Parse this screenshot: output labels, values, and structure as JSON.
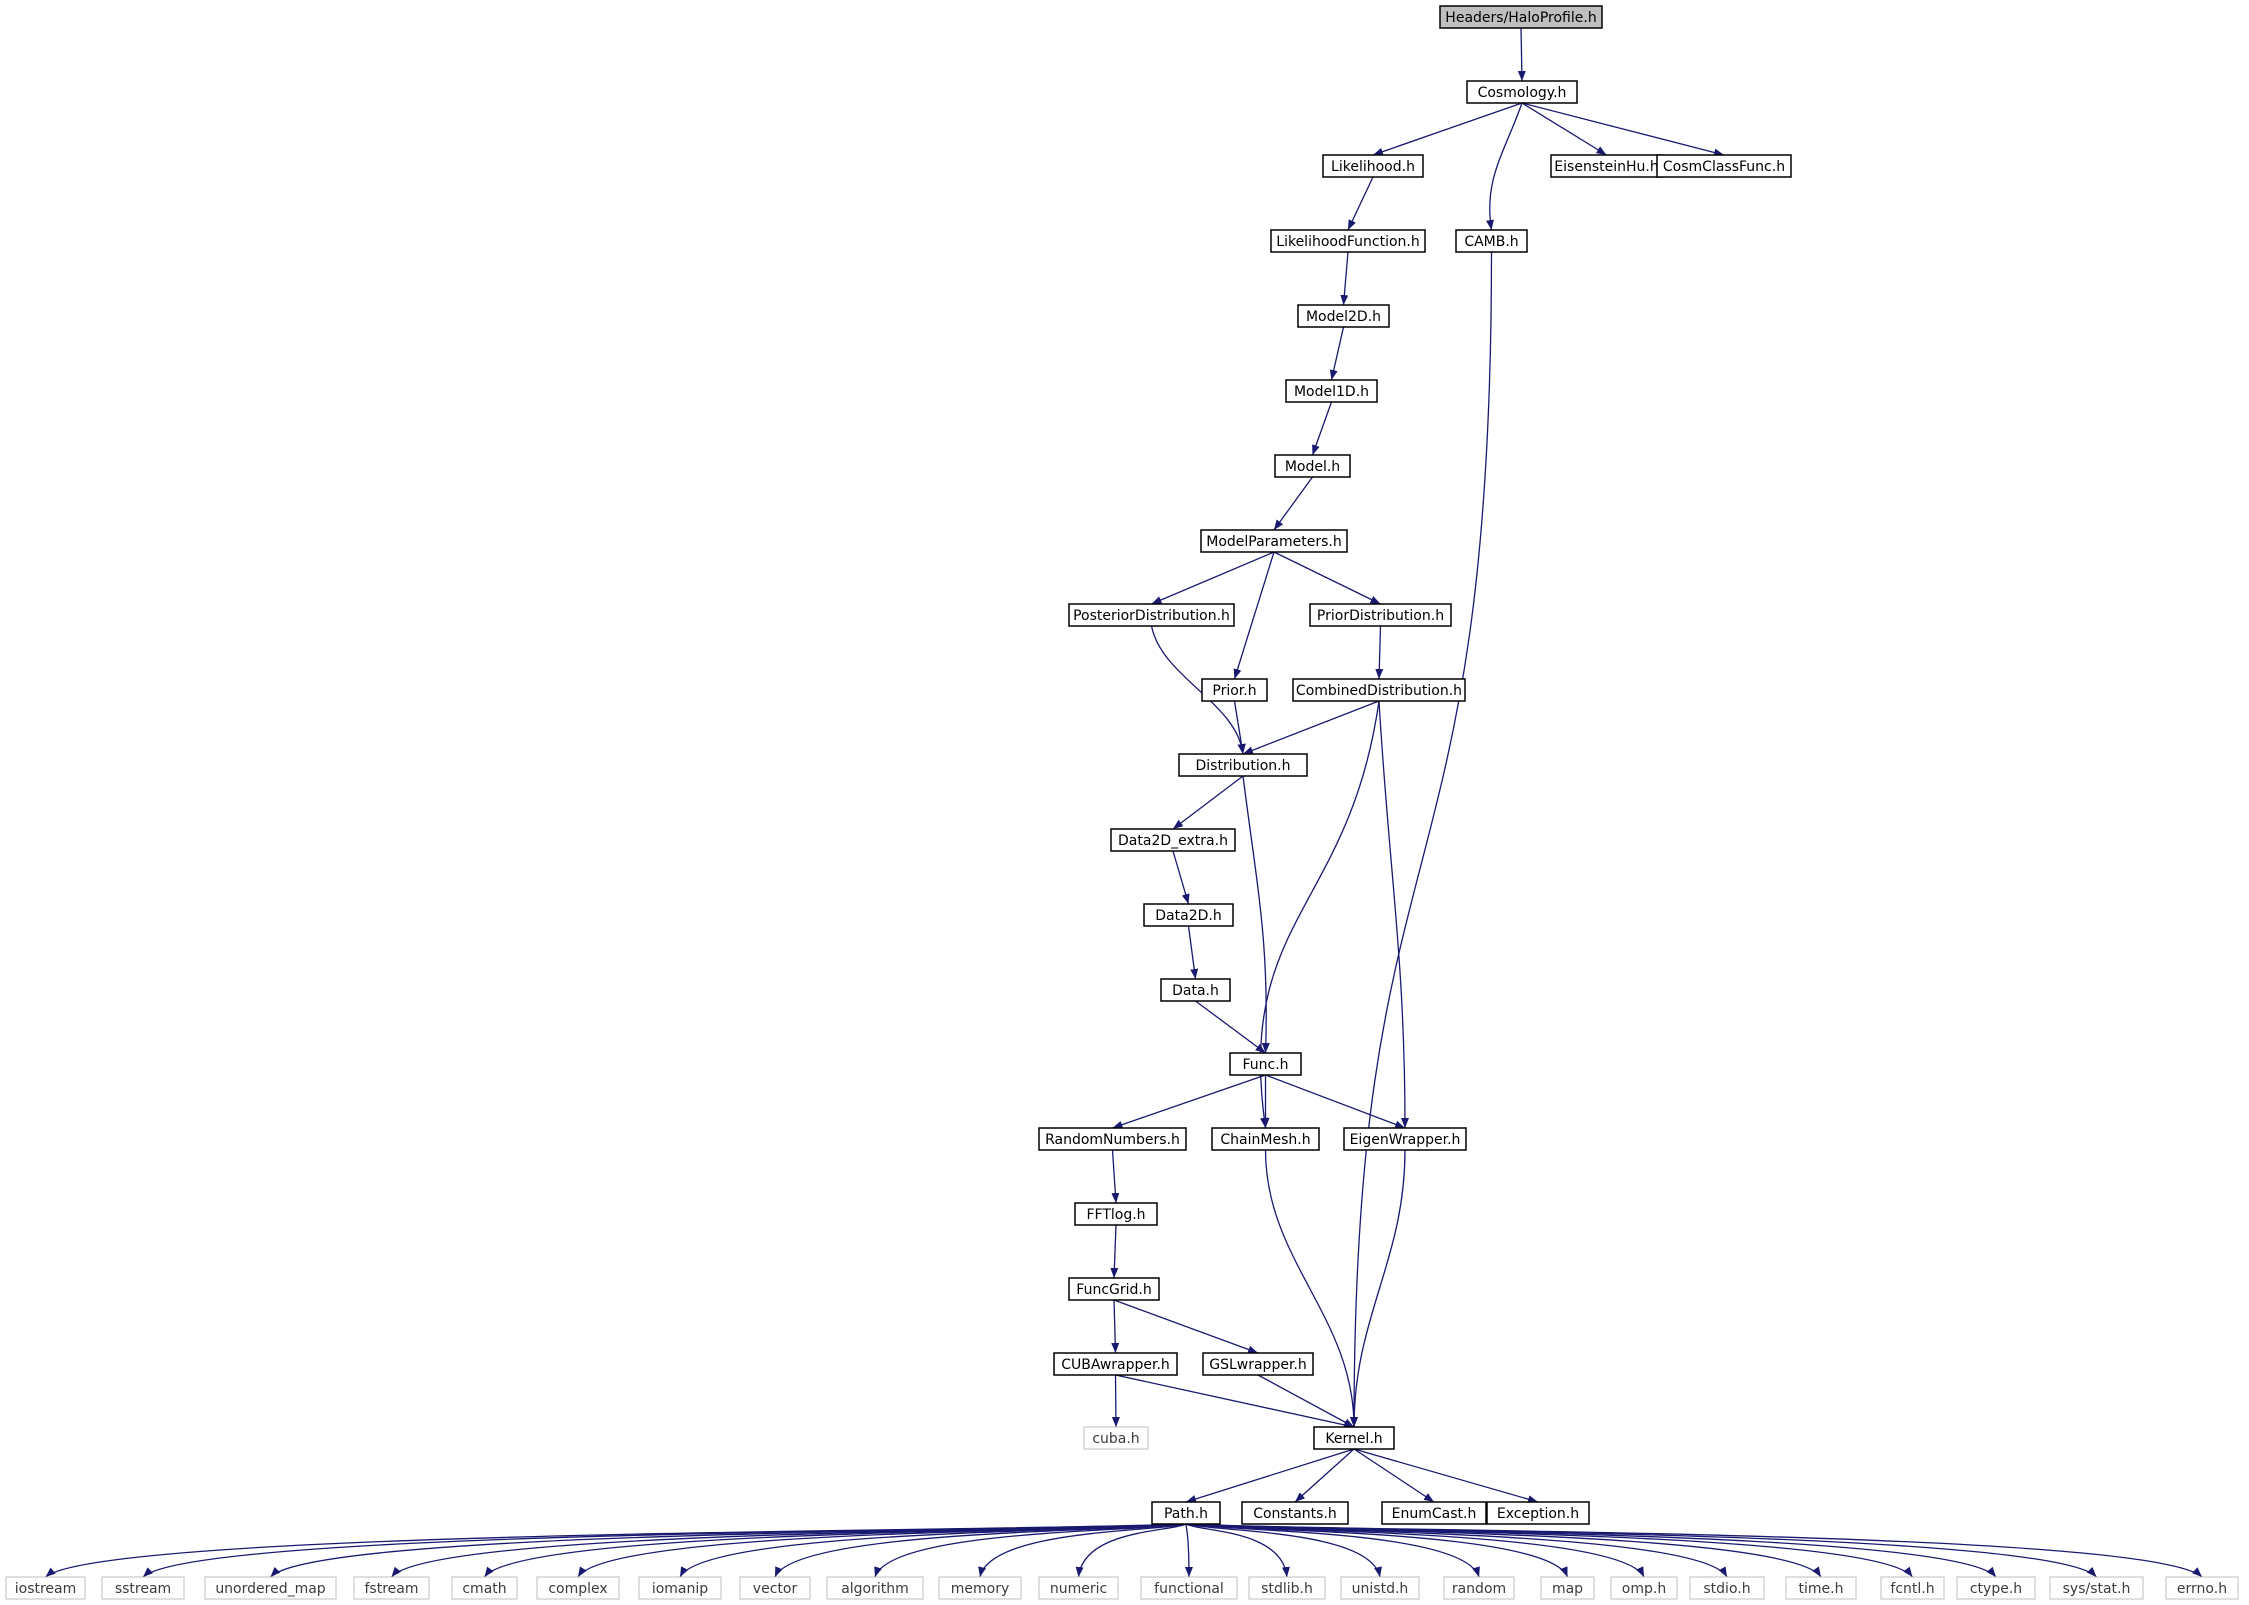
{
  "diagram": {
    "type": "include-dependency-graph",
    "colors": {
      "edge": "#191970",
      "node_border": "#000000",
      "root_fill": "#bfbfbf",
      "external_border": "#bfbfbf",
      "text": "#000000",
      "external_text": "#3c3c3c",
      "background": "#ffffff"
    },
    "nodes": [
      {
        "id": "halo",
        "label": "Headers/HaloProfile.h",
        "kind": "root"
      },
      {
        "id": "cosmo",
        "label": "Cosmology.h",
        "kind": "local"
      },
      {
        "id": "likelihood",
        "label": "Likelihood.h",
        "kind": "local"
      },
      {
        "id": "eisenstein",
        "label": "EisensteinHu.h",
        "kind": "local"
      },
      {
        "id": "cosmclass",
        "label": "CosmClassFunc.h",
        "kind": "local"
      },
      {
        "id": "likefunc",
        "label": "LikelihoodFunction.h",
        "kind": "local"
      },
      {
        "id": "camb",
        "label": "CAMB.h",
        "kind": "local"
      },
      {
        "id": "model2d",
        "label": "Model2D.h",
        "kind": "local"
      },
      {
        "id": "model1d",
        "label": "Model1D.h",
        "kind": "local"
      },
      {
        "id": "model",
        "label": "Model.h",
        "kind": "local"
      },
      {
        "id": "modelparams",
        "label": "ModelParameters.h",
        "kind": "local"
      },
      {
        "id": "posterior",
        "label": "PosteriorDistribution.h",
        "kind": "local"
      },
      {
        "id": "priordist",
        "label": "PriorDistribution.h",
        "kind": "local"
      },
      {
        "id": "prior",
        "label": "Prior.h",
        "kind": "local"
      },
      {
        "id": "combined",
        "label": "CombinedDistribution.h",
        "kind": "local"
      },
      {
        "id": "distribution",
        "label": "Distribution.h",
        "kind": "local"
      },
      {
        "id": "data2dextra",
        "label": "Data2D_extra.h",
        "kind": "local"
      },
      {
        "id": "data2d",
        "label": "Data2D.h",
        "kind": "local"
      },
      {
        "id": "data",
        "label": "Data.h",
        "kind": "local"
      },
      {
        "id": "func",
        "label": "Func.h",
        "kind": "local"
      },
      {
        "id": "random",
        "label": "RandomNumbers.h",
        "kind": "local"
      },
      {
        "id": "chainmesh",
        "label": "ChainMesh.h",
        "kind": "local"
      },
      {
        "id": "eigen",
        "label": "EigenWrapper.h",
        "kind": "local"
      },
      {
        "id": "fftlog",
        "label": "FFTlog.h",
        "kind": "local"
      },
      {
        "id": "funcgrid",
        "label": "FuncGrid.h",
        "kind": "local"
      },
      {
        "id": "cuba",
        "label": "CUBAwrapper.h",
        "kind": "local"
      },
      {
        "id": "gsl",
        "label": "GSLwrapper.h",
        "kind": "local"
      },
      {
        "id": "cubah",
        "label": "cuba.h",
        "kind": "external"
      },
      {
        "id": "kernel",
        "label": "Kernel.h",
        "kind": "local"
      },
      {
        "id": "path",
        "label": "Path.h",
        "kind": "local"
      },
      {
        "id": "constants",
        "label": "Constants.h",
        "kind": "local"
      },
      {
        "id": "enumcast",
        "label": "EnumCast.h",
        "kind": "local"
      },
      {
        "id": "exception",
        "label": "Exception.h",
        "kind": "local"
      },
      {
        "id": "iostream",
        "label": "iostream",
        "kind": "external"
      },
      {
        "id": "sstream",
        "label": "sstream",
        "kind": "external"
      },
      {
        "id": "umap",
        "label": "unordered_map",
        "kind": "external"
      },
      {
        "id": "fstream",
        "label": "fstream",
        "kind": "external"
      },
      {
        "id": "cmath",
        "label": "cmath",
        "kind": "external"
      },
      {
        "id": "complex",
        "label": "complex",
        "kind": "external"
      },
      {
        "id": "iomanip",
        "label": "iomanip",
        "kind": "external"
      },
      {
        "id": "vector",
        "label": "vector",
        "kind": "external"
      },
      {
        "id": "algorithm",
        "label": "algorithm",
        "kind": "external"
      },
      {
        "id": "memory",
        "label": "memory",
        "kind": "external"
      },
      {
        "id": "numeric",
        "label": "numeric",
        "kind": "external"
      },
      {
        "id": "functional",
        "label": "functional",
        "kind": "external"
      },
      {
        "id": "stdlib",
        "label": "stdlib.h",
        "kind": "external"
      },
      {
        "id": "unistd",
        "label": "unistd.h",
        "kind": "external"
      },
      {
        "id": "randomext",
        "label": "random",
        "kind": "external"
      },
      {
        "id": "map",
        "label": "map",
        "kind": "external"
      },
      {
        "id": "omp",
        "label": "omp.h",
        "kind": "external"
      },
      {
        "id": "stdio",
        "label": "stdio.h",
        "kind": "external"
      },
      {
        "id": "time",
        "label": "time.h",
        "kind": "external"
      },
      {
        "id": "fcntl",
        "label": "fcntl.h",
        "kind": "external"
      },
      {
        "id": "ctype",
        "label": "ctype.h",
        "kind": "external"
      },
      {
        "id": "sysstat",
        "label": "sys/stat.h",
        "kind": "external"
      },
      {
        "id": "errno",
        "label": "errno.h",
        "kind": "external"
      }
    ],
    "edges": [
      [
        "halo",
        "cosmo"
      ],
      [
        "cosmo",
        "likelihood"
      ],
      [
        "cosmo",
        "camb"
      ],
      [
        "cosmo",
        "eisenstein"
      ],
      [
        "cosmo",
        "cosmclass"
      ],
      [
        "likelihood",
        "likefunc"
      ],
      [
        "likefunc",
        "model2d"
      ],
      [
        "model2d",
        "model1d"
      ],
      [
        "model1d",
        "model"
      ],
      [
        "model",
        "modelparams"
      ],
      [
        "modelparams",
        "posterior"
      ],
      [
        "modelparams",
        "prior"
      ],
      [
        "modelparams",
        "priordist"
      ],
      [
        "priordist",
        "combined"
      ],
      [
        "posterior",
        "distribution"
      ],
      [
        "prior",
        "distribution"
      ],
      [
        "combined",
        "distribution"
      ],
      [
        "combined",
        "chainmesh"
      ],
      [
        "combined",
        "eigen"
      ],
      [
        "distribution",
        "data2dextra"
      ],
      [
        "distribution",
        "func"
      ],
      [
        "data2dextra",
        "data2d"
      ],
      [
        "data2d",
        "data"
      ],
      [
        "data",
        "func"
      ],
      [
        "func",
        "random"
      ],
      [
        "func",
        "chainmesh"
      ],
      [
        "func",
        "eigen"
      ],
      [
        "random",
        "fftlog"
      ],
      [
        "fftlog",
        "funcgrid"
      ],
      [
        "funcgrid",
        "cuba"
      ],
      [
        "funcgrid",
        "gsl"
      ],
      [
        "cuba",
        "cubah"
      ],
      [
        "cuba",
        "kernel"
      ],
      [
        "gsl",
        "kernel"
      ],
      [
        "chainmesh",
        "kernel"
      ],
      [
        "eigen",
        "kernel"
      ],
      [
        "camb",
        "kernel"
      ],
      [
        "kernel",
        "path"
      ],
      [
        "kernel",
        "constants"
      ],
      [
        "kernel",
        "enumcast"
      ],
      [
        "kernel",
        "exception"
      ],
      [
        "path",
        "iostream"
      ],
      [
        "path",
        "sstream"
      ],
      [
        "path",
        "umap"
      ],
      [
        "path",
        "fstream"
      ],
      [
        "path",
        "cmath"
      ],
      [
        "path",
        "complex"
      ],
      [
        "path",
        "iomanip"
      ],
      [
        "path",
        "vector"
      ],
      [
        "path",
        "algorithm"
      ],
      [
        "path",
        "memory"
      ],
      [
        "path",
        "numeric"
      ],
      [
        "path",
        "functional"
      ],
      [
        "path",
        "stdlib"
      ],
      [
        "path",
        "unistd"
      ],
      [
        "path",
        "randomext"
      ],
      [
        "path",
        "map"
      ],
      [
        "path",
        "omp"
      ],
      [
        "path",
        "stdio"
      ],
      [
        "path",
        "time"
      ],
      [
        "path",
        "fcntl"
      ],
      [
        "path",
        "ctype"
      ],
      [
        "path",
        "sysstat"
      ],
      [
        "path",
        "errno"
      ]
    ]
  }
}
